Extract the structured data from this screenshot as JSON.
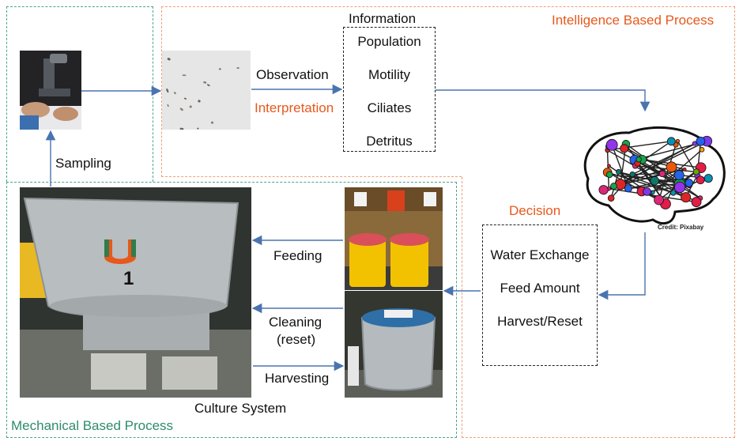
{
  "regions": {
    "intelligence": "Intelligence Based Process",
    "mechanical": "Mechanical Based Process"
  },
  "information": {
    "title": "Information",
    "items": [
      "Population",
      "Motility",
      "Ciliates",
      "Detritus"
    ]
  },
  "decision": {
    "title": "Decision",
    "items": [
      "Water Exchange",
      "Feed Amount",
      "Harvest/Reset"
    ]
  },
  "steps": {
    "observation": "Observation",
    "interpretation": "Interpretation",
    "sampling": "Sampling",
    "feeding": "Feeding",
    "cleaning_line1": "Cleaning",
    "cleaning_line2": "(reset)",
    "harvesting": "Harvesting",
    "culture_system": "Culture System"
  },
  "tank": {
    "marking": "1"
  },
  "credit": "Credit: Pixabay",
  "colors": {
    "arrow": "#4a73b0",
    "intelligence_border": "#f0a07a",
    "mechanical_border": "#4aa58a",
    "orange_text": "#e8581c",
    "green_text": "#2e8b6e"
  }
}
